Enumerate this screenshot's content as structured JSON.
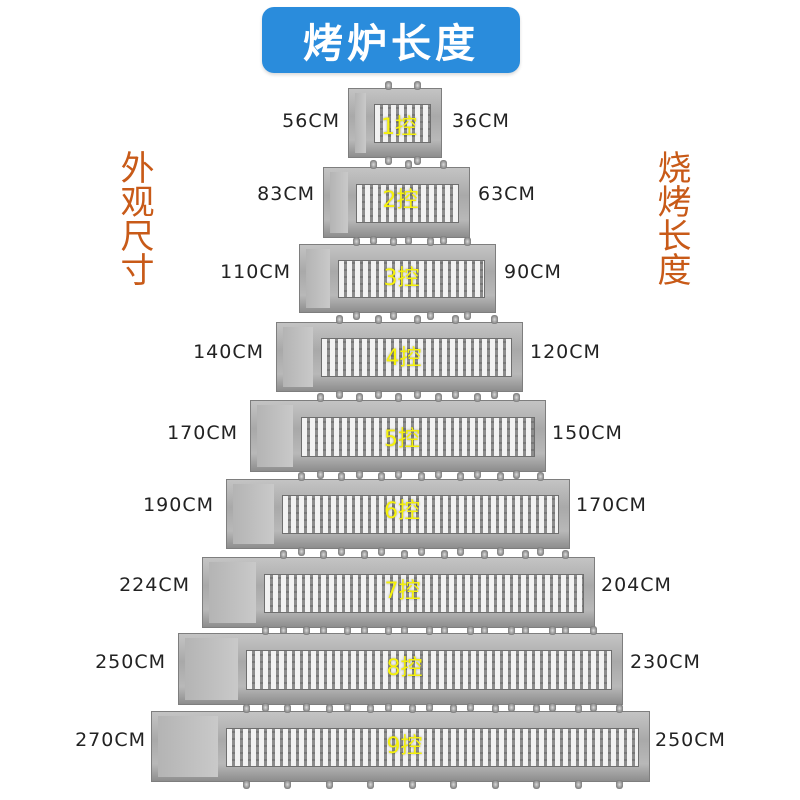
{
  "title": "烤炉长度",
  "side_labels": {
    "left": "外观尺寸",
    "right": "烧烤长度"
  },
  "ovens": [
    {
      "control": "1控",
      "outer_length": "56CM",
      "grill_length": "36CM",
      "knob_count": 2
    },
    {
      "control": "2控",
      "outer_length": "83CM",
      "grill_length": "63CM",
      "knob_count": 3
    },
    {
      "control": "3控",
      "outer_length": "110CM",
      "grill_length": "90CM",
      "knob_count": 4
    },
    {
      "control": "4控",
      "outer_length": "140CM",
      "grill_length": "120CM",
      "knob_count": 5
    },
    {
      "control": "5控",
      "outer_length": "170CM",
      "grill_length": "150CM",
      "knob_count": 6
    },
    {
      "control": "6控",
      "outer_length": "190CM",
      "grill_length": "170CM",
      "knob_count": 7
    },
    {
      "control": "7控",
      "outer_length": "224CM",
      "grill_length": "204CM",
      "knob_count": 8
    },
    {
      "control": "8控",
      "outer_length": "250CM",
      "grill_length": "230CM",
      "knob_count": 9
    },
    {
      "control": "9控",
      "outer_length": "270CM",
      "grill_length": "250CM",
      "knob_count": 10
    }
  ]
}
